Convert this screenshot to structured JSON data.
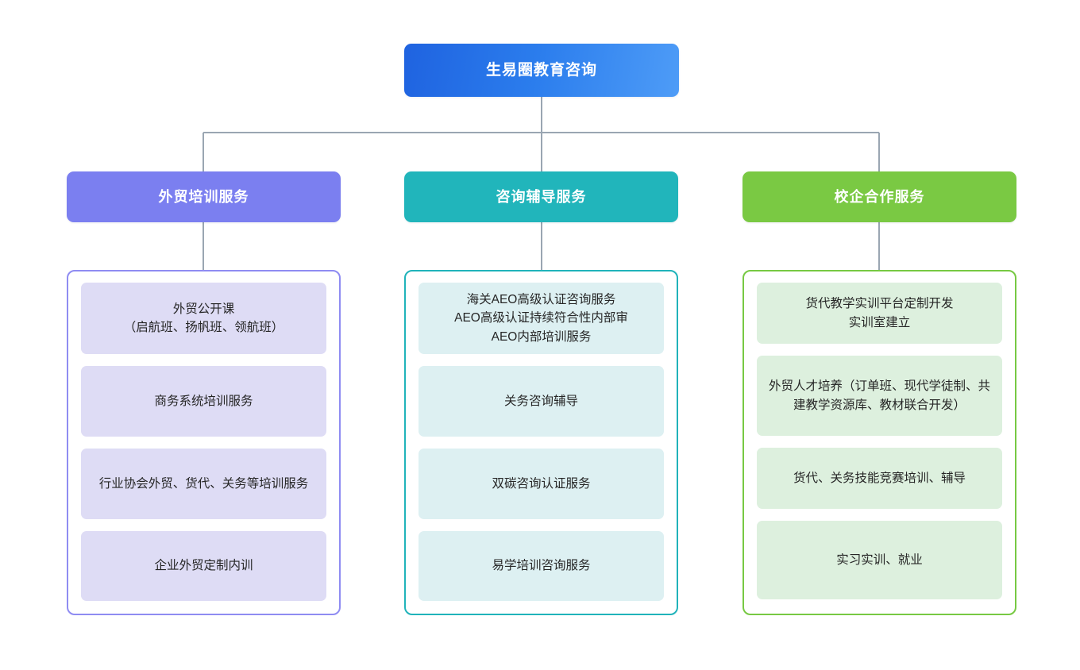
{
  "root": {
    "label": "生易圈教育咨询",
    "color": "#2b7ded"
  },
  "connectors": {
    "line_color": "#9aa6b2"
  },
  "columns": [
    {
      "header": "外贸培训服务",
      "accent": "#7b7ff0",
      "card_fill": "#dedcf5",
      "items": [
        {
          "text": "外贸公开课\n（启航班、扬帆班、领航班）",
          "height": 90
        },
        {
          "text": "商务系统培训服务",
          "height": 89
        },
        {
          "text": "行业协会外贸、货代、关务等培训服务",
          "height": 89
        },
        {
          "text": "企业外贸定制内训",
          "height": 88
        }
      ]
    },
    {
      "header": "咨询辅导服务",
      "accent": "#21b5bb",
      "card_fill": "#ddf0f2",
      "items": [
        {
          "text": "海关AEO高级认证咨询服务\nAEO高级认证持续符合性内部审\nAEO内部培训服务",
          "height": 90
        },
        {
          "text": "关务咨询辅导",
          "height": 89
        },
        {
          "text": "双碳咨询认证服务",
          "height": 89
        },
        {
          "text": "易学培训咨询服务",
          "height": 88
        }
      ]
    },
    {
      "header": "校企合作服务",
      "accent": "#7ac943",
      "card_fill": "#ddf0de",
      "items": [
        {
          "text": "货代教学实训平台定制开发\n实训室建立",
          "height": 77
        },
        {
          "text": "外贸人才培养（订单班、现代学徒制、共建教学资源库、教材联合开发）",
          "height": 101
        },
        {
          "text": "货代、关务技能竞赛培训、辅导",
          "height": 77
        },
        {
          "text": "实习实训、就业",
          "height": 99
        }
      ]
    }
  ]
}
